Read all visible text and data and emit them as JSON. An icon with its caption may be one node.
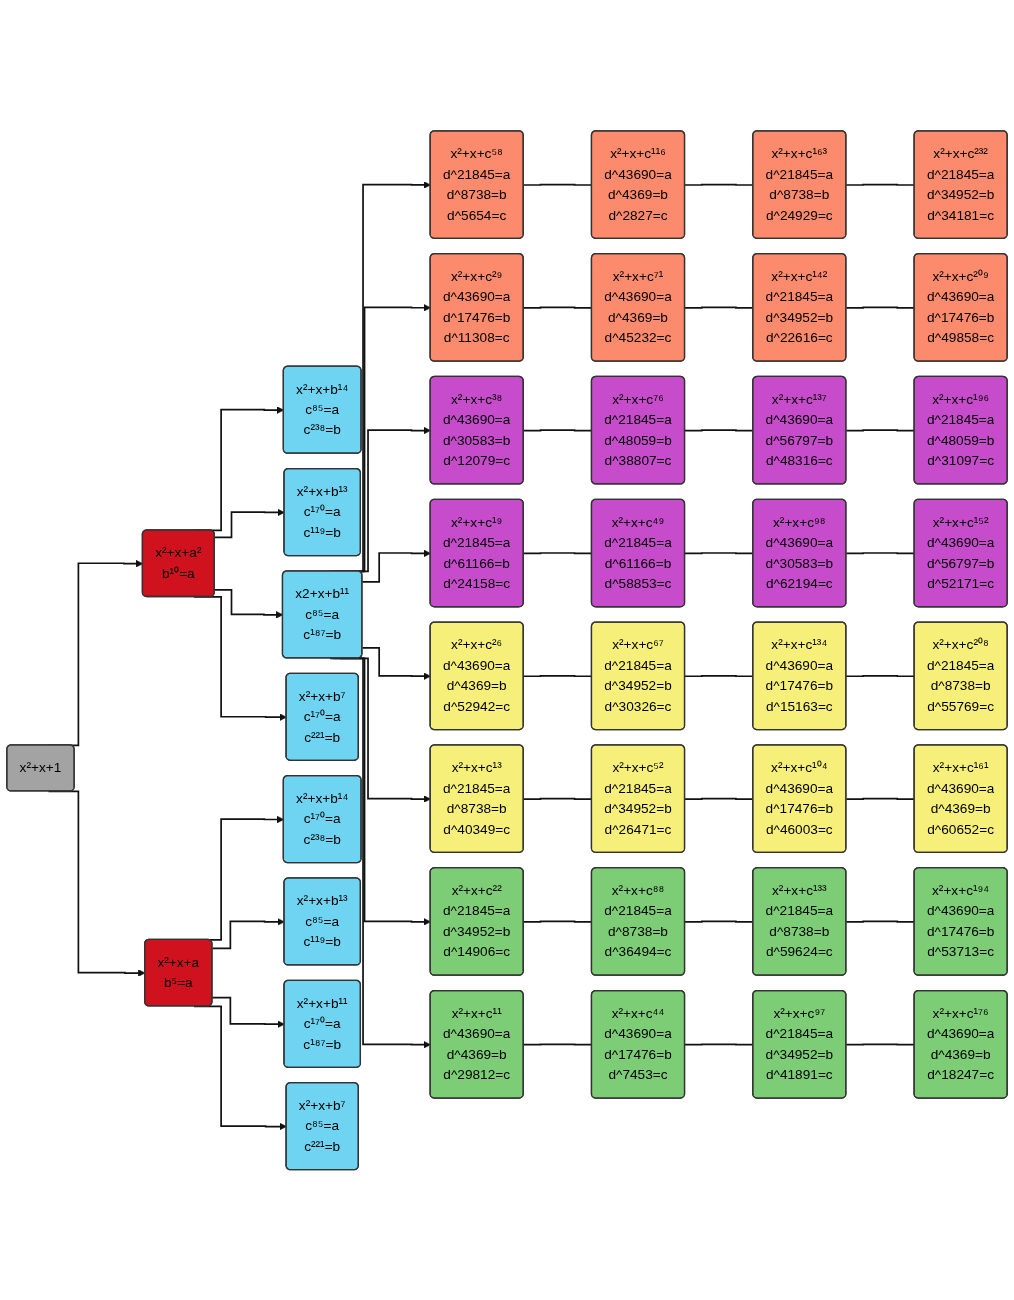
{
  "diagram": {
    "nodes": [
      {
        "text": [
          "x²+x+1"
        ]
      },
      {
        "text": [
          "x²+x+a²",
          "b¹⁰=a"
        ]
      },
      {
        "text": [
          "x²+x+a",
          "b⁵=a"
        ]
      },
      {
        "text": [
          "x²+x+b¹⁴",
          "c⁸⁵=a",
          "c²³⁸=b"
        ]
      },
      {
        "text": [
          "x²+x+b¹³",
          "c¹⁷⁰=a",
          "c¹¹⁹=b"
        ]
      },
      {
        "text": [
          "x2+x+b¹¹",
          "c⁸⁵=a",
          "c¹⁸⁷=b"
        ]
      },
      {
        "text": [
          "x²+x+b⁷",
          "c¹⁷⁰=a",
          "c²²¹=b"
        ]
      },
      {
        "text": [
          "x²+x+b¹⁴",
          "c¹⁷⁰=a",
          "c²³⁸=b"
        ]
      },
      {
        "text": [
          "x²+x+b¹³",
          "c⁸⁵=a",
          "c¹¹⁹=b"
        ]
      },
      {
        "text": [
          "x²+x+b¹¹",
          "c¹⁷⁰=a",
          "c¹⁸⁷=b"
        ]
      },
      {
        "text": [
          "x²+x+b⁷",
          "c⁸⁵=a",
          "c²²¹=b"
        ]
      },
      {
        "text": [
          "x²+x+c⁵⁸",
          "d^21845=a",
          "d^8738=b",
          "d^5654=c"
        ]
      },
      {
        "text": [
          "x²+x+c¹¹⁶",
          "d^43690=a",
          "d^4369=b",
          "d^2827=c"
        ]
      },
      {
        "text": [
          "x²+x+c¹⁶³",
          "d^21845=a",
          "d^8738=b",
          "d^24929=c"
        ]
      },
      {
        "text": [
          "x²+x+c²³²",
          "d^21845=a",
          "d^34952=b",
          "d^34181=c"
        ]
      },
      {
        "text": [
          "x²+x+c²⁹",
          "d^43690=a",
          "d^17476=b",
          "d^11308=c"
        ]
      },
      {
        "text": [
          "x²+x+c⁷¹",
          "d^43690=a",
          "d^4369=b",
          "d^45232=c"
        ]
      },
      {
        "text": [
          "x²+x+c¹⁴²",
          "d^21845=a",
          "d^34952=b",
          "d^22616=c"
        ]
      },
      {
        "text": [
          "x²+x+c²⁰⁹",
          "d^43690=a",
          "d^17476=b",
          "d^49858=c"
        ]
      },
      {
        "text": [
          "x²+x+c³⁸",
          "d^43690=a",
          "d^30583=b",
          "d^12079=c"
        ]
      },
      {
        "text": [
          "x²+x+c⁷⁶",
          "d^21845=a",
          "d^48059=b",
          "d^38807=c"
        ]
      },
      {
        "text": [
          "x²+x+c¹³⁷",
          "d^43690=a",
          "d^56797=b",
          "d^48316=c"
        ]
      },
      {
        "text": [
          "x²+x+c¹⁹⁶",
          "d^21845=a",
          "d^48059=b",
          "d^31097=c"
        ]
      },
      {
        "text": [
          "x²+x+c¹⁹",
          "d^21845=a",
          "d^61166=b",
          "d^24158=c"
        ]
      },
      {
        "text": [
          "x²+x+c⁴⁹",
          "d^21845=a",
          "d^61166=b",
          "d^58853=c"
        ]
      },
      {
        "text": [
          "x²+x+c⁹⁸",
          "d^43690=a",
          "d^30583=b",
          "d^62194=c"
        ]
      },
      {
        "text": [
          "x²+x+c¹⁵²",
          "d^43690=a",
          "d^56797=b",
          "d^52171=c"
        ]
      },
      {
        "text": [
          "x²+x+c²⁶",
          "d^43690=a",
          "d^4369=b",
          "d^52942=c"
        ]
      },
      {
        "text": [
          "x²+x+c⁶⁷",
          "d^21845=a",
          "d^34952=b",
          "d^30326=c"
        ]
      },
      {
        "text": [
          "x²+x+c¹³⁴",
          "d^43690=a",
          "d^17476=b",
          "d^15163=c"
        ]
      },
      {
        "text": [
          "x²+x+c²⁰⁸",
          "d^21845=a",
          "d^8738=b",
          "d^55769=c"
        ]
      },
      {
        "text": [
          "x²+x+c¹³",
          "d^21845=a",
          "d^8738=b",
          "d^40349=c"
        ]
      },
      {
        "text": [
          "x²+x+c⁵²",
          "d^21845=a",
          "d^34952=b",
          "d^26471=c"
        ]
      },
      {
        "text": [
          "x²+x+c¹⁰⁴",
          "d^43690=a",
          "d^17476=b",
          "d^46003=c"
        ]
      },
      {
        "text": [
          "x²+x+c¹⁶¹",
          "d^43690=a",
          "d^4369=b",
          "d^60652=c"
        ]
      },
      {
        "text": [
          "x²+x+c²²",
          "d^21845=a",
          "d^34952=b",
          "d^14906=c"
        ]
      },
      {
        "text": [
          "x²+x+c⁸⁸",
          "d^21845=a",
          "d^8738=b",
          "d^36494=c"
        ]
      },
      {
        "text": [
          "x²+x+c¹³³",
          "d^21845=a",
          "d^8738=b",
          "d^59624=c"
        ]
      },
      {
        "text": [
          "x²+x+c¹⁹⁴",
          "d^43690=a",
          "d^17476=b",
          "d^53713=c"
        ]
      },
      {
        "text": [
          "x²+x+c¹¹",
          "d^43690=a",
          "d^4369=b",
          "d^29812=c"
        ]
      },
      {
        "text": [
          "x²+x+c⁴⁴",
          "d^43690=a",
          "d^17476=b",
          "d^7453=c"
        ]
      },
      {
        "text": [
          "x²+x+c⁹⁷",
          "d^21845=a",
          "d^34952=b",
          "d^41891=c"
        ]
      },
      {
        "text": [
          "x²+x+c¹⁷⁶",
          "d^43690=a",
          "d^4369=b",
          "d^18247=c"
        ]
      }
    ],
    "edges": [
      {
        "from": 0,
        "to": 1,
        "arrow": "to"
      },
      {
        "from": 0,
        "to": 2,
        "arrow": "to"
      },
      {
        "from": 1,
        "to": 3,
        "arrow": "to"
      },
      {
        "from": 1,
        "to": 4,
        "arrow": "to"
      },
      {
        "from": 1,
        "to": 5,
        "arrow": "to"
      },
      {
        "from": 1,
        "to": 6,
        "arrow": "to"
      },
      {
        "from": 2,
        "to": 7,
        "arrow": "to"
      },
      {
        "from": 2,
        "to": 8,
        "arrow": "to"
      },
      {
        "from": 2,
        "to": 9,
        "arrow": "to"
      },
      {
        "from": 2,
        "to": 10,
        "arrow": "to"
      },
      {
        "from": 5,
        "to": 11,
        "arrow": "to"
      },
      {
        "from": 5,
        "to": 15,
        "arrow": "to"
      },
      {
        "from": 5,
        "to": 19,
        "arrow": "to"
      },
      {
        "from": 5,
        "to": 23,
        "arrow": "to"
      },
      {
        "from": 5,
        "to": 27,
        "arrow": "to"
      },
      {
        "from": 5,
        "to": 31,
        "arrow": "to"
      },
      {
        "from": 5,
        "to": 35,
        "arrow": "to"
      },
      {
        "from": 5,
        "to": 39,
        "arrow": "to"
      },
      {
        "from": 11,
        "to": 12,
        "arrow": "none"
      },
      {
        "from": 12,
        "to": 13,
        "arrow": "none"
      },
      {
        "from": 13,
        "to": 14,
        "arrow": "none"
      },
      {
        "from": 15,
        "to": 16,
        "arrow": "none"
      },
      {
        "from": 16,
        "to": 17,
        "arrow": "none"
      },
      {
        "from": 17,
        "to": 18,
        "arrow": "none"
      },
      {
        "from": 19,
        "to": 20,
        "arrow": "none"
      },
      {
        "from": 20,
        "to": 21,
        "arrow": "none"
      },
      {
        "from": 21,
        "to": 22,
        "arrow": "none"
      },
      {
        "from": 23,
        "to": 24,
        "arrow": "none"
      },
      {
        "from": 24,
        "to": 25,
        "arrow": "none"
      },
      {
        "from": 25,
        "to": 26,
        "arrow": "none"
      },
      {
        "from": 27,
        "to": 28,
        "arrow": "none"
      },
      {
        "from": 28,
        "to": 29,
        "arrow": "none"
      },
      {
        "from": 29,
        "to": 30,
        "arrow": "none"
      },
      {
        "from": 31,
        "to": 32,
        "arrow": "none"
      },
      {
        "from": 32,
        "to": 33,
        "arrow": "none"
      },
      {
        "from": 33,
        "to": 34,
        "arrow": "none"
      },
      {
        "from": 35,
        "to": 36,
        "arrow": "none"
      },
      {
        "from": 36,
        "to": 37,
        "arrow": "none"
      },
      {
        "from": 37,
        "to": 38,
        "arrow": "none"
      },
      {
        "from": 39,
        "to": 40,
        "arrow": "none"
      },
      {
        "from": 40,
        "to": 41,
        "arrow": "none"
      },
      {
        "from": 41,
        "to": 42,
        "arrow": "none"
      }
    ]
  }
}
